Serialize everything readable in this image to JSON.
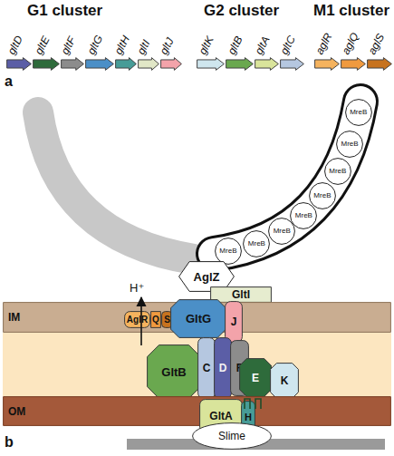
{
  "diagram": {
    "nodes": [
      {
        "text": [
          "gltD"
        ]
      },
      {
        "text": [
          "gltE"
        ]
      },
      {
        "text": [
          "gltF"
        ]
      },
      {
        "text": [
          "gltG"
        ]
      },
      {
        "text": [
          "gltH"
        ]
      },
      {
        "text": [
          "gltI"
        ]
      },
      {
        "text": [
          "gltJ"
        ]
      },
      {
        "text": [
          "gltK"
        ]
      },
      {
        "text": [
          "gltB"
        ]
      },
      {
        "text": [
          "gltA"
        ]
      },
      {
        "text": [
          "gltC"
        ]
      },
      {
        "text": [
          "aglR"
        ]
      },
      {
        "text": [
          "aglQ"
        ]
      },
      {
        "text": [
          "aglS"
        ]
      },
      {
        "text": [
          "MreB"
        ]
      },
      {
        "text": [
          "MreB"
        ]
      },
      {
        "text": [
          "MreB"
        ]
      },
      {
        "text": [
          "MreB"
        ]
      },
      {
        "text": [
          "MreB"
        ]
      },
      {
        "text": [
          "MreB"
        ]
      },
      {
        "text": [
          "MreB"
        ]
      },
      {
        "text": [
          "MreB"
        ]
      },
      {
        "text": [
          "AglZ"
        ]
      },
      {
        "text": [
          "GltI"
        ]
      },
      {
        "text": [
          "IM"
        ]
      },
      {
        "text": [
          "AglR"
        ],
        "in": 24
      },
      {
        "text": [
          "Q"
        ],
        "in": 24
      },
      {
        "text": [
          "S"
        ],
        "in": 24
      },
      {
        "text": [
          "GltG"
        ]
      },
      {
        "text": [
          "J"
        ]
      },
      {
        "text": [
          "GltB"
        ]
      },
      {
        "text": [
          "C"
        ]
      },
      {
        "text": [
          "D"
        ]
      },
      {
        "text": [
          "F"
        ]
      },
      {
        "text": [
          "E"
        ]
      },
      {
        "text": [
          "K"
        ]
      },
      {
        "text": [
          "OM"
        ]
      },
      {
        "text": [
          "GltA"
        ],
        "in": 36
      },
      {
        "text": [
          "H"
        ],
        "in": 36
      },
      {
        "text": [
          "Slime"
        ]
      }
    ],
    "labels": [
      "G1 cluster",
      "G2 cluster",
      "M1 cluster",
      "a",
      "H⁺",
      "b"
    ]
  }
}
